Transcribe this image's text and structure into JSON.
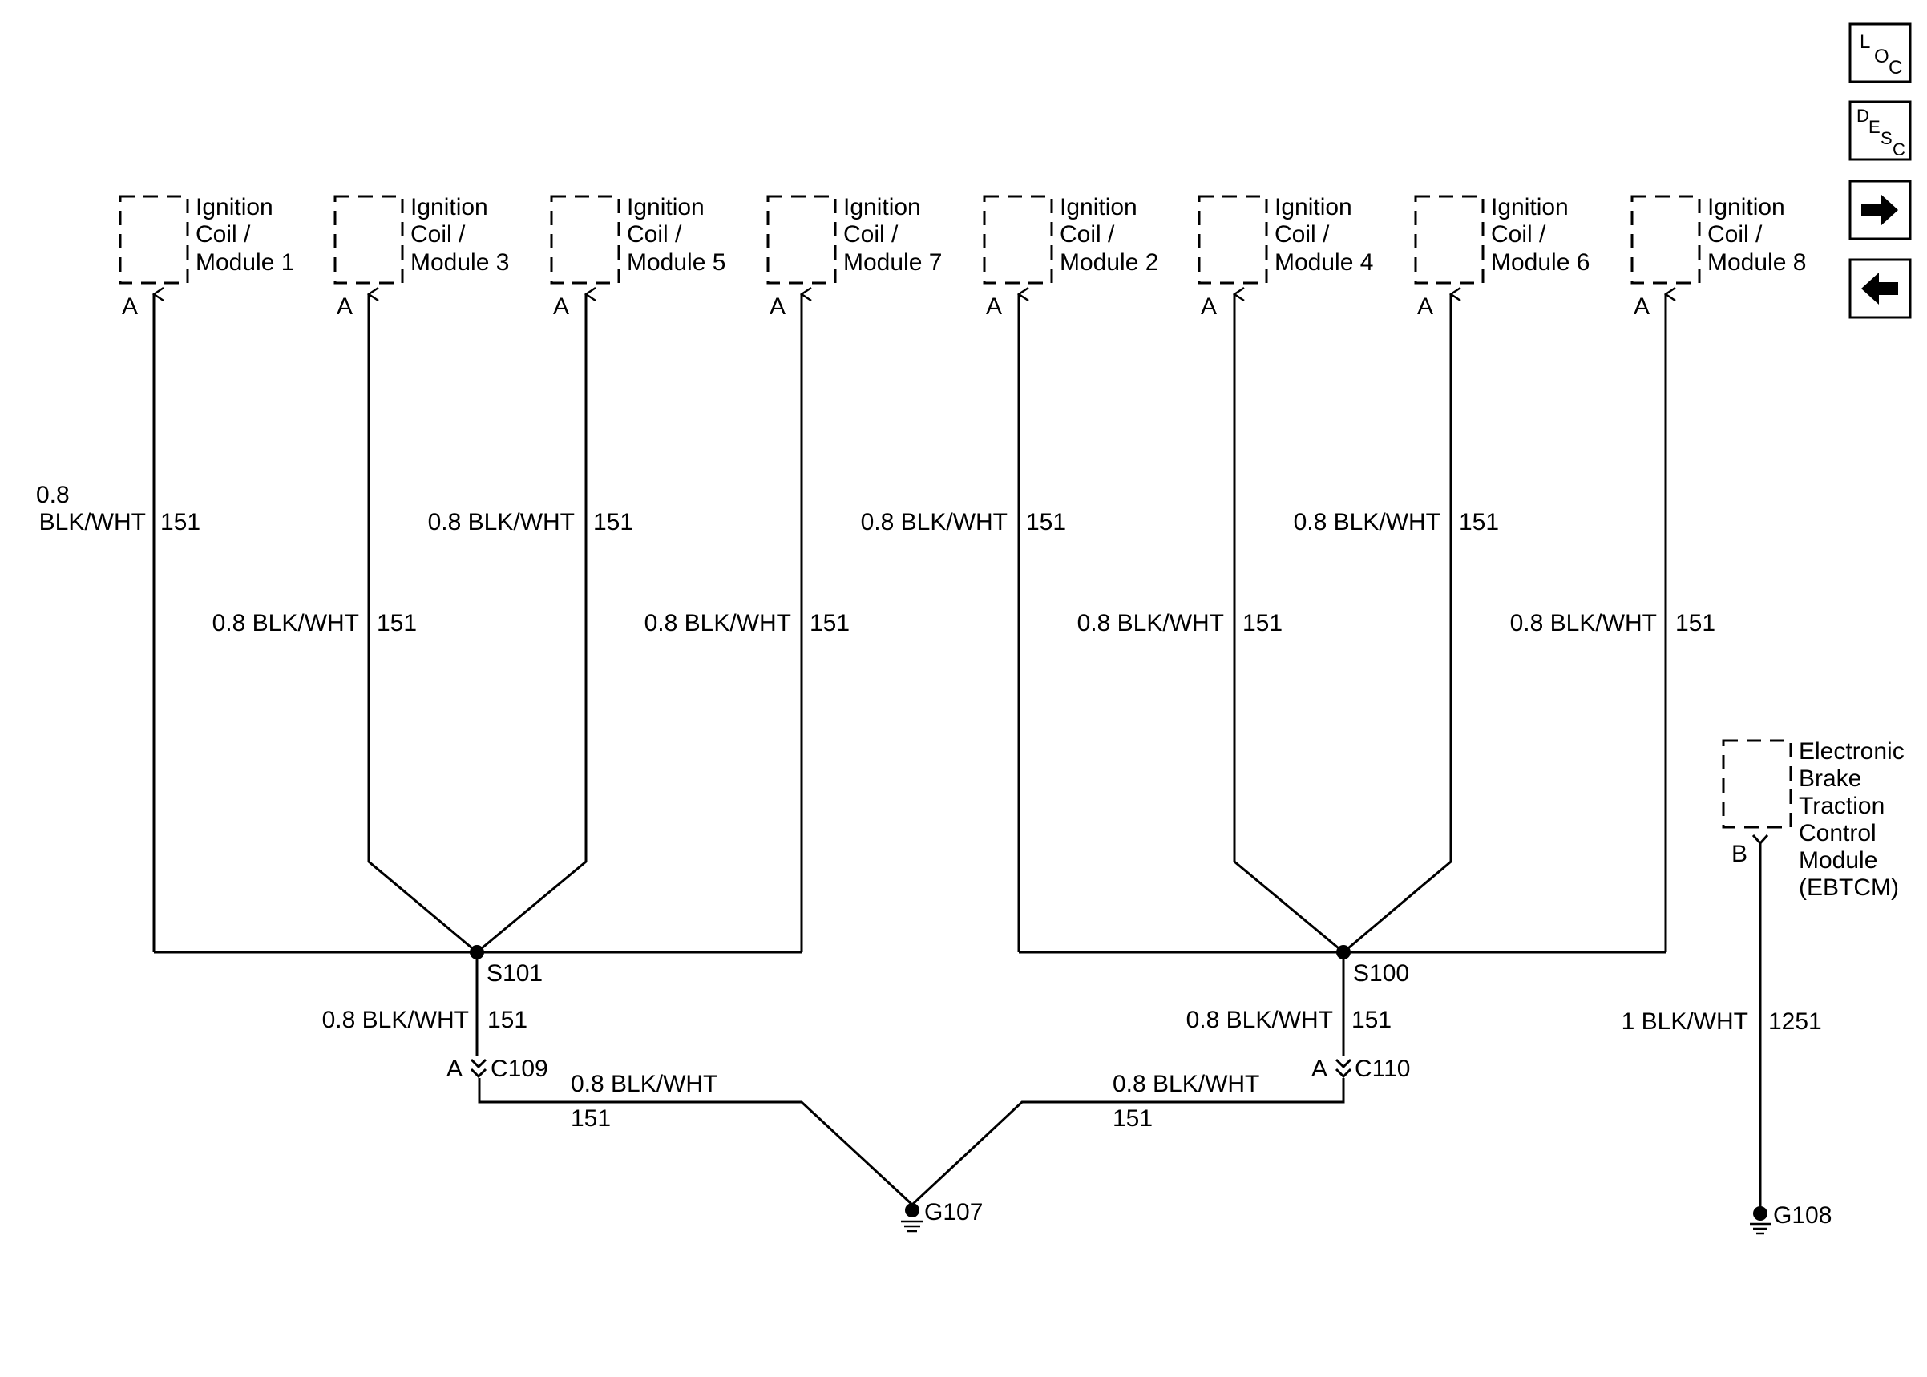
{
  "colors": {
    "ink": "#000000",
    "background": "#ffffff"
  },
  "nav": {
    "loc": [
      "L",
      "O",
      "C"
    ],
    "desc": [
      "D",
      "E",
      "S",
      "C"
    ],
    "next_icon": "arrow-right-icon",
    "prev_icon": "arrow-left-icon"
  },
  "components": [
    {
      "lines": [
        "Ignition",
        "Coil /",
        "Module 1"
      ],
      "pin": "A"
    },
    {
      "lines": [
        "Ignition",
        "Coil /",
        "Module 3"
      ],
      "pin": "A"
    },
    {
      "lines": [
        "Ignition",
        "Coil /",
        "Module 5"
      ],
      "pin": "A"
    },
    {
      "lines": [
        "Ignition",
        "Coil /",
        "Module 7"
      ],
      "pin": "A"
    },
    {
      "lines": [
        "Ignition",
        "Coil /",
        "Module 2"
      ],
      "pin": "A"
    },
    {
      "lines": [
        "Ignition",
        "Coil /",
        "Module 4"
      ],
      "pin": "A"
    },
    {
      "lines": [
        "Ignition",
        "Coil /",
        "Module 6"
      ],
      "pin": "A"
    },
    {
      "lines": [
        "Ignition",
        "Coil /",
        "Module 8"
      ],
      "pin": "A"
    }
  ],
  "ebtcm": {
    "lines": [
      "Electronic",
      "Brake",
      "Traction",
      "Control",
      "Module",
      "(EBTCM)"
    ],
    "pin": "B"
  },
  "wires": {
    "w1": {
      "size": "0.8",
      "color": "BLK/WHT",
      "circuit": "151"
    },
    "w3": {
      "spec": "0.8 BLK/WHT",
      "circuit": "151"
    },
    "w5": {
      "spec": "0.8 BLK/WHT",
      "circuit": "151"
    },
    "w7": {
      "spec": "0.8 BLK/WHT",
      "circuit": "151"
    },
    "w2": {
      "spec": "0.8 BLK/WHT",
      "circuit": "151"
    },
    "w4": {
      "spec": "0.8 BLK/WHT",
      "circuit": "151"
    },
    "w6": {
      "spec": "0.8 BLK/WHT",
      "circuit": "151"
    },
    "w8": {
      "spec": "0.8 BLK/WHT",
      "circuit": "151"
    },
    "s101_down": {
      "spec": "0.8 BLK/WHT",
      "circuit": "151"
    },
    "s100_down": {
      "spec": "0.8 BLK/WHT",
      "circuit": "151"
    },
    "left_ground": {
      "spec": "0.8 BLK/WHT",
      "circuit": "151"
    },
    "right_ground": {
      "spec": "0.8 BLK/WHT",
      "circuit": "151"
    },
    "ebtcm_ground": {
      "spec": "1 BLK/WHT",
      "circuit": "1251"
    }
  },
  "splices": {
    "left": "S101",
    "right": "S100"
  },
  "connectors": {
    "left": {
      "pin": "A",
      "name": "C109"
    },
    "right": {
      "pin": "A",
      "name": "C110"
    }
  },
  "grounds": {
    "main": "G107",
    "ebtcm": "G108"
  }
}
